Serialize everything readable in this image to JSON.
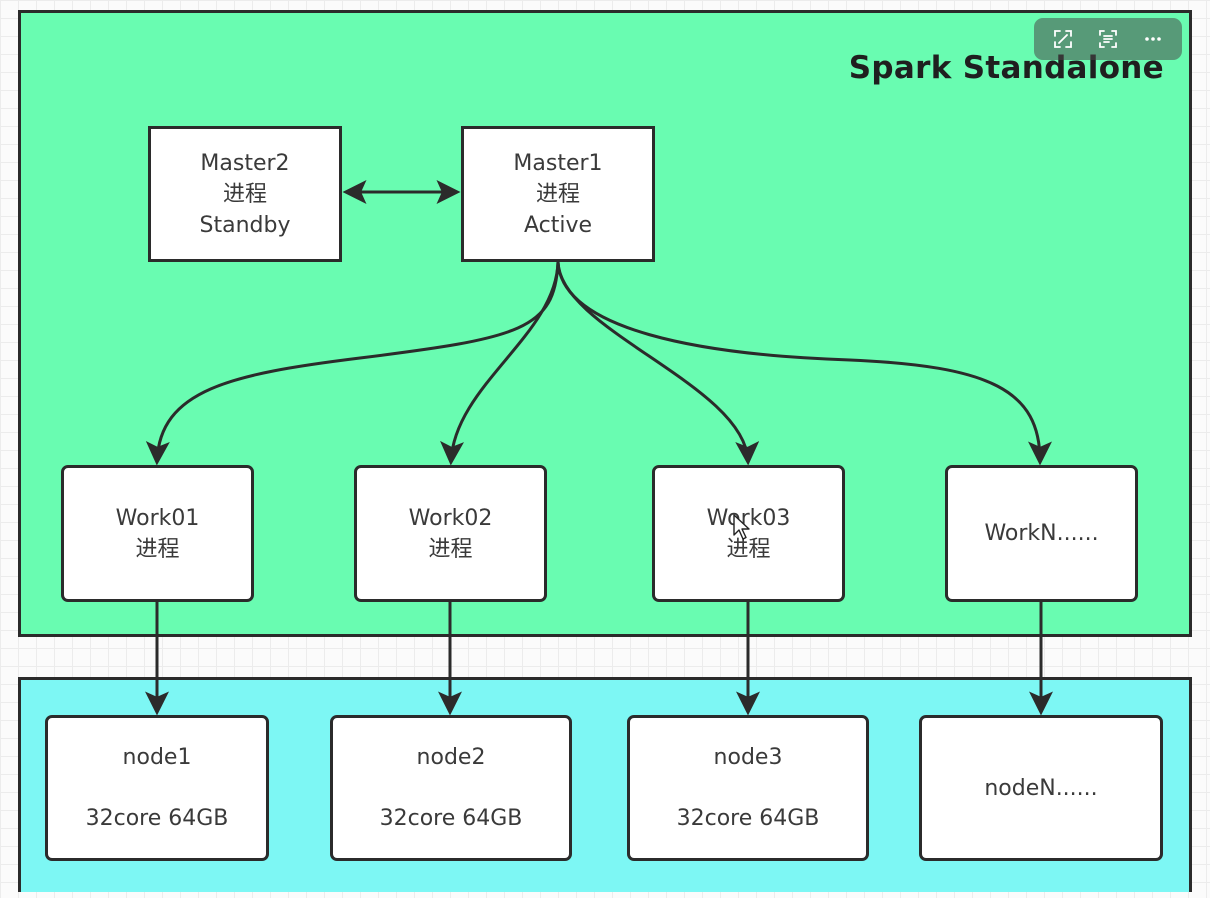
{
  "diagram": {
    "title": "Spark Standalone",
    "masters": [
      {
        "name": "Master2",
        "kind": "进程",
        "state": "Standby"
      },
      {
        "name": "Master1",
        "kind": "进程",
        "state": "Active"
      }
    ],
    "workers": [
      {
        "name": "Work01",
        "kind": "进程"
      },
      {
        "name": "Work02",
        "kind": "进程"
      },
      {
        "name": "Work03",
        "kind": "进程"
      },
      {
        "name": "WorkN......"
      }
    ],
    "nodes": [
      {
        "name": "node1",
        "spec": "32core 64GB"
      },
      {
        "name": "node2",
        "spec": "32core 64GB"
      },
      {
        "name": "node3",
        "spec": "32core 64GB"
      },
      {
        "name": "nodeN......"
      }
    ],
    "colors": {
      "cluster_fill": "#69fcb1",
      "nodes_fill": "#7df7f4",
      "stroke": "#2b2b2b",
      "box_fill": "#ffffff"
    }
  },
  "toolbar": {
    "icons": [
      "expand-icon",
      "scan-text-icon",
      "more-icon"
    ]
  }
}
